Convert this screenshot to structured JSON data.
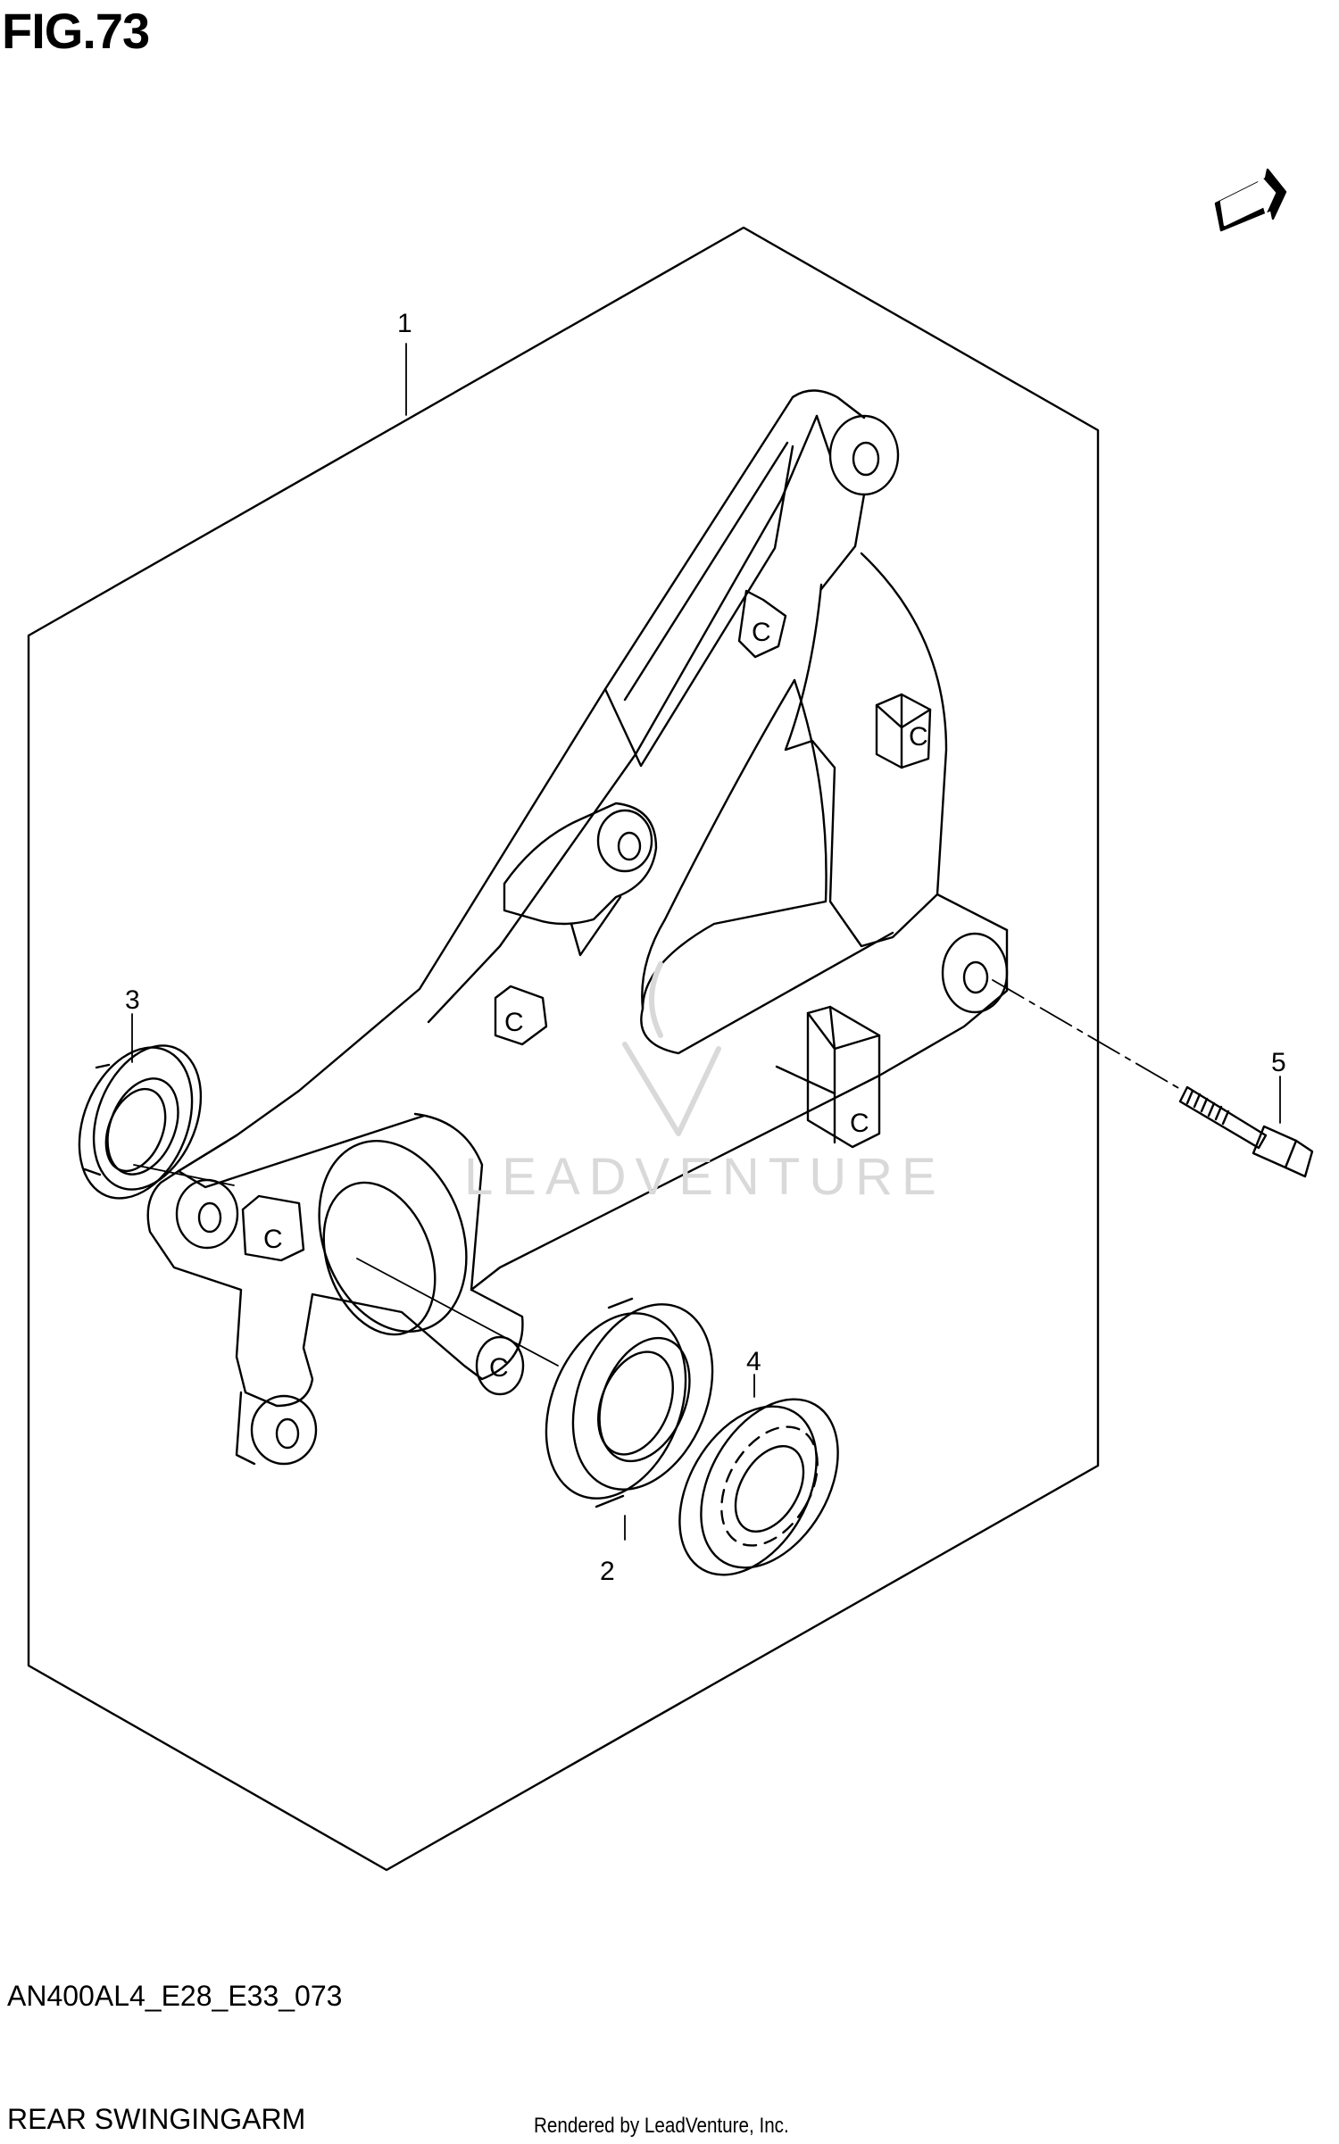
{
  "figure": {
    "title": "FIG.73",
    "code": "AN400AL4_E28_E33_073",
    "name": "REAR SWINGINGARM",
    "rendered_by": "Rendered by LeadVenture, Inc.",
    "watermark": "LEADVENTURE",
    "fwd_label": "FWD"
  },
  "parts": [
    {
      "number": "1",
      "name": "swingarm"
    },
    {
      "number": "2",
      "name": "bearing"
    },
    {
      "number": "3",
      "name": "oil-seal-left"
    },
    {
      "number": "4",
      "name": "oil-seal-right"
    },
    {
      "number": "5",
      "name": "bolt"
    }
  ],
  "colors": {
    "line": "#000000",
    "watermark": "#d9d9d9"
  }
}
